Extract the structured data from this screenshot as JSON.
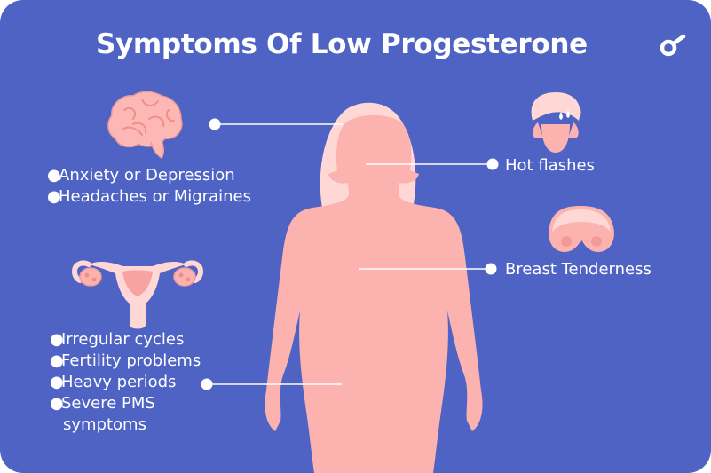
{
  "title": "Symptoms Of Low Progesterone",
  "brain_group": {
    "items": [
      "Anxiety or Depression",
      "Headaches or Migraines"
    ]
  },
  "face_label": "Hot flashes",
  "breast_label": "Breast Tenderness",
  "uterus_group": {
    "items": [
      "Irregular cycles",
      "Fertility problems",
      "Heavy periods"
    ],
    "last_item_line1": "Severe PMS",
    "last_item_line2": "symptoms"
  },
  "colors": {
    "background": "#4f63c5",
    "body": "#fcb3b0",
    "hair": "#ffd7d5",
    "accent": "#ffffff"
  },
  "icons": [
    "brain-icon",
    "uterus-icon",
    "face-icon",
    "breast-icon",
    "brand-logo-icon"
  ]
}
